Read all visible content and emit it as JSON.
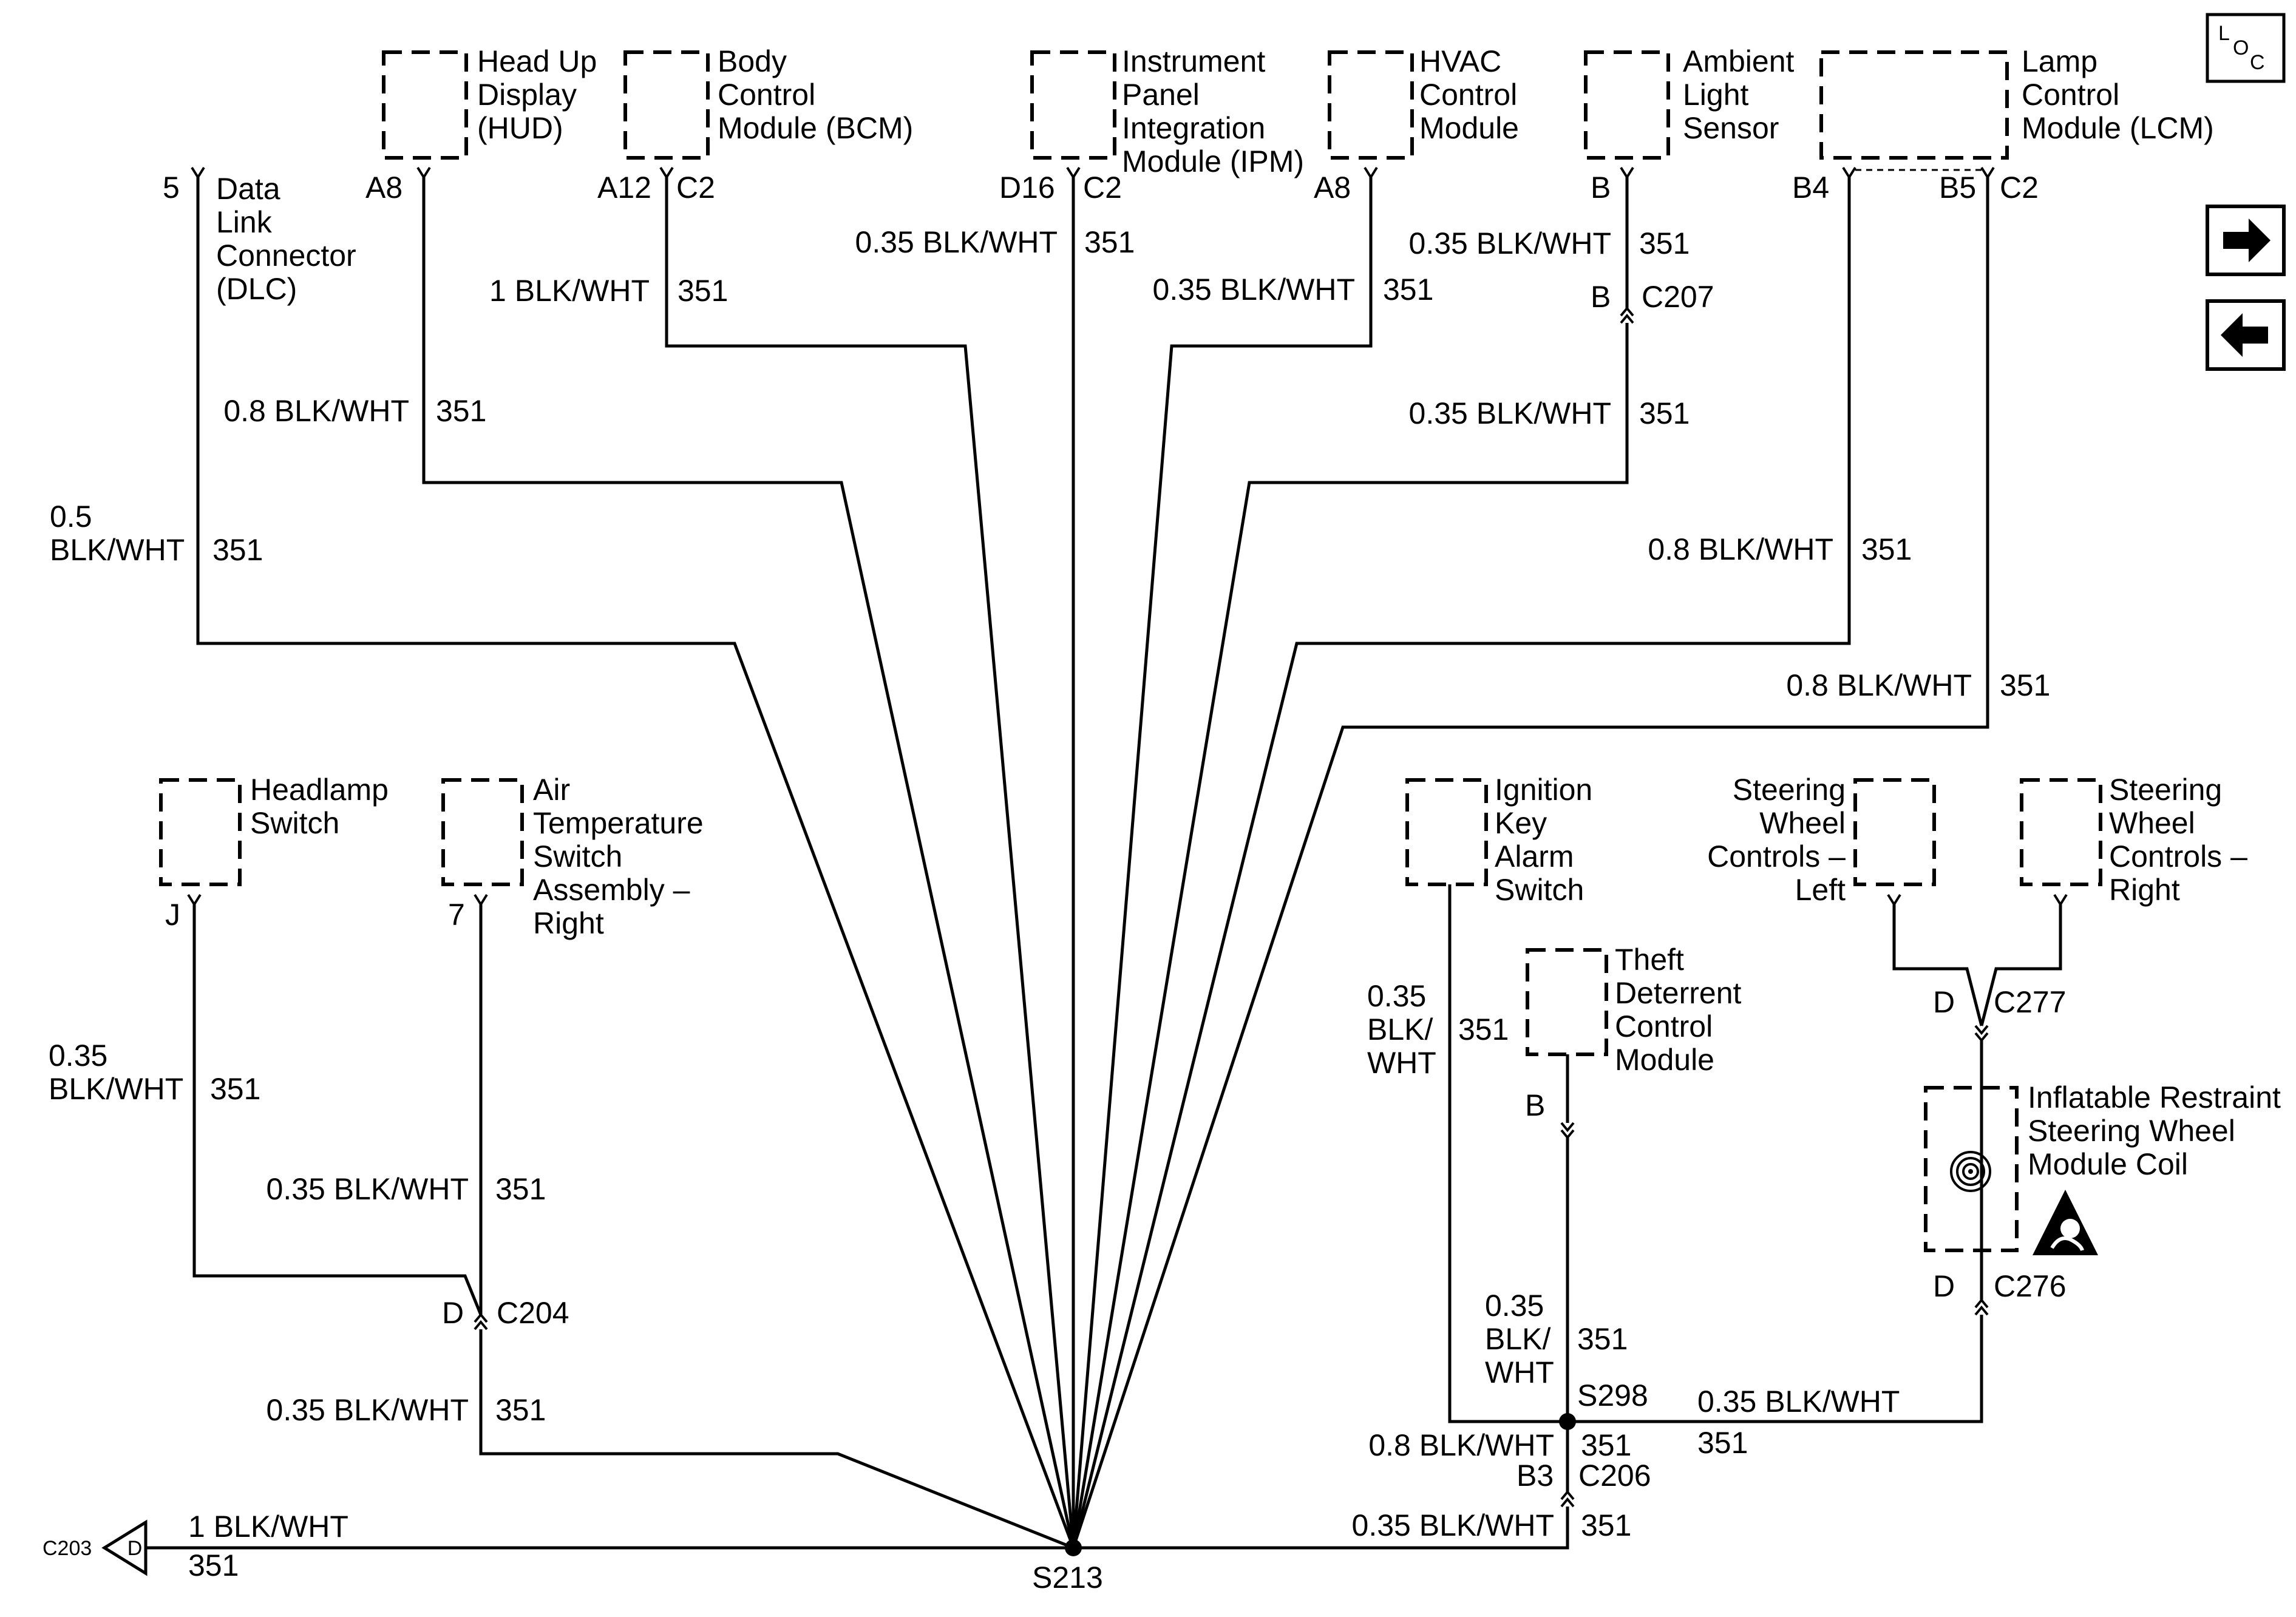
{
  "components": {
    "hud": [
      "Head Up",
      "Display",
      "(HUD)"
    ],
    "bcm": [
      "Body",
      "Control",
      "Module (BCM)"
    ],
    "ipm": [
      "Instrument",
      "Panel",
      "Integration",
      "Module (IPM)"
    ],
    "hvac": [
      "HVAC",
      "Control",
      "Module"
    ],
    "als": [
      "Ambient",
      "Light",
      "Sensor"
    ],
    "lcm": [
      "Lamp",
      "Control",
      "Module (LCM)"
    ],
    "dlc": [
      "Data",
      "Link",
      "Connector",
      "(DLC)"
    ],
    "headlamp": [
      "Headlamp",
      "Switch"
    ],
    "airtemp": [
      "Air",
      "Temperature",
      "Switch",
      "Assembly –",
      "Right"
    ],
    "ignkey": [
      "Ignition",
      "Key",
      "Alarm",
      "Switch"
    ],
    "swc_left": [
      "Steering",
      "Wheel",
      "Controls –",
      "Left"
    ],
    "swc_right": [
      "Steering",
      "Wheel",
      "Controls –",
      "Right"
    ],
    "theft": [
      "Theft",
      "Deterrent",
      "Control",
      "Module"
    ],
    "irc": [
      "Inflatable Restraint",
      "Steering Wheel",
      "Module Coil"
    ]
  },
  "pins": {
    "dlc": "5",
    "hud": "A8",
    "bcm": "A12",
    "bcm_conn": "C2",
    "ipm": "D16",
    "ipm_conn": "C2",
    "hvac": "A8",
    "als": "B",
    "lcm_b4": "B4",
    "lcm_b5": "B5",
    "lcm_conn": "C2",
    "headlamp": "J",
    "airtemp": "7",
    "theft": "B"
  },
  "connectors": {
    "c207_pin": "B",
    "c207": "C207",
    "c204_pin": "D",
    "c204": "C204",
    "c277_pin": "D",
    "c277": "C277",
    "c276_pin": "D",
    "c276": "C276",
    "c206_pin": "B3",
    "c206": "C206",
    "c203": "C203",
    "c203_pin": "D"
  },
  "splices": {
    "s213": "S213",
    "s298": "S298"
  },
  "wires": {
    "dlc": [
      "0.5",
      "BLK/WHT",
      "351"
    ],
    "hud": [
      "0.8 BLK/WHT",
      "351"
    ],
    "bcm": [
      "1 BLK/WHT",
      "351"
    ],
    "ipm": [
      "0.35 BLK/WHT",
      "351"
    ],
    "hvac": [
      "0.35 BLK/WHT",
      "351"
    ],
    "als_top": [
      "0.35 BLK/WHT",
      "351"
    ],
    "als_bottom": [
      "0.35 BLK/WHT",
      "351"
    ],
    "lcm_b4": [
      "0.8 BLK/WHT",
      "351"
    ],
    "lcm_b5": [
      "0.8 BLK/WHT",
      "351"
    ],
    "headlamp": [
      "0.35",
      "BLK/WHT",
      "351"
    ],
    "airtemp_top": [
      "0.35 BLK/WHT",
      "351"
    ],
    "airtemp_bottom": [
      "0.35 BLK/WHT",
      "351"
    ],
    "ignkey": [
      "0.35",
      "BLK/",
      "WHT",
      "351"
    ],
    "theft": [
      "0.35",
      "BLK/",
      "WHT",
      "351"
    ],
    "s298_right": [
      "0.35 BLK/WHT",
      "351"
    ],
    "s298_down": [
      "0.8 BLK/WHT",
      "351"
    ],
    "c206_right": [
      "0.35 BLK/WHT",
      "351"
    ],
    "c203": [
      "1 BLK/WHT",
      "351"
    ]
  },
  "loc_icon": [
    "L",
    "O",
    "C"
  ],
  "icons": {
    "nav_next": "right-arrow-icon",
    "nav_prev": "left-arrow-icon",
    "airbag": "airbag-warning-icon",
    "clockspring": "clockspring-icon"
  }
}
